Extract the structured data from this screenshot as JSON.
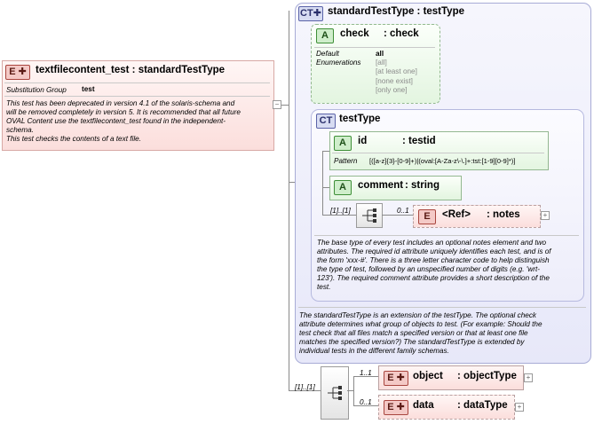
{
  "root": {
    "badge": "E",
    "name": "textfilecontent_test",
    "sep": ":",
    "type": "standardTestType",
    "subst_label": "Substitution Group",
    "subst_value": "test",
    "doc": [
      "This test has been deprecated in version 4.1 of the solaris-schema and",
      "will be removed completely in version 5.  It is recommended that all future",
      "OVAL Content use the textfilecontent_test found in the independent-",
      "schema.",
      "This test checks the contents of a text file."
    ]
  },
  "standard_ct": {
    "badge": "CT",
    "title": "standardTestType : testType",
    "check": {
      "badge": "A",
      "name": "check",
      "type": ": check",
      "default_label": "Default",
      "enum_label": "Enumerations",
      "default_value": "all",
      "enumerations": [
        "[all]",
        "[at least one]",
        "[none exist]",
        "[only one]"
      ]
    },
    "doc": [
      "The standardTestType is an extension of the testType.  The optional check",
      "attribute determines what group of objects to test.  (For example: Should the",
      "test check that all files match a specified version or that at least one file",
      "matches the specified version?)  The standardTestType is extended by",
      "individual tests in the different family schemas."
    ]
  },
  "test_ct": {
    "badge": "CT",
    "title": "testType",
    "id": {
      "badge": "A",
      "name": "id",
      "type": ": testid",
      "pattern_label": "Pattern",
      "pattern_value": "[([a-z]{3}-[0-9]+)|(oval:[A-Za-z\\-\\.]+:tst:[1-9][0-9]*)]"
    },
    "comment": {
      "badge": "A",
      "name": "comment",
      "type": ": string"
    },
    "sequence_card": "[1]..[1]",
    "notes": {
      "card": "0..1",
      "badge": "E",
      "name": "<Ref>",
      "type": ": notes",
      "plus": "+"
    },
    "doc": [
      "The base type of every test includes an optional notes element and two",
      "attributes.  The required id attribute uniquely identifies each test, and is of",
      "the form 'xxx-#'.  There is a three letter character code to help distinguish",
      "the type of test, followed by an unspecified number of digits (e.g. 'wrt-",
      "123').  The required comment attribute provides a short description of the",
      "test."
    ]
  },
  "content": {
    "sequence_card": "[1]..[1]",
    "object": {
      "card": "1..1",
      "badge": "E",
      "name": "object",
      "type": ": objectType",
      "plus": "+"
    },
    "data": {
      "card": "0..1",
      "badge": "E",
      "name": "data",
      "type": ": dataType",
      "plus": "+"
    }
  },
  "connector_minus": "−"
}
